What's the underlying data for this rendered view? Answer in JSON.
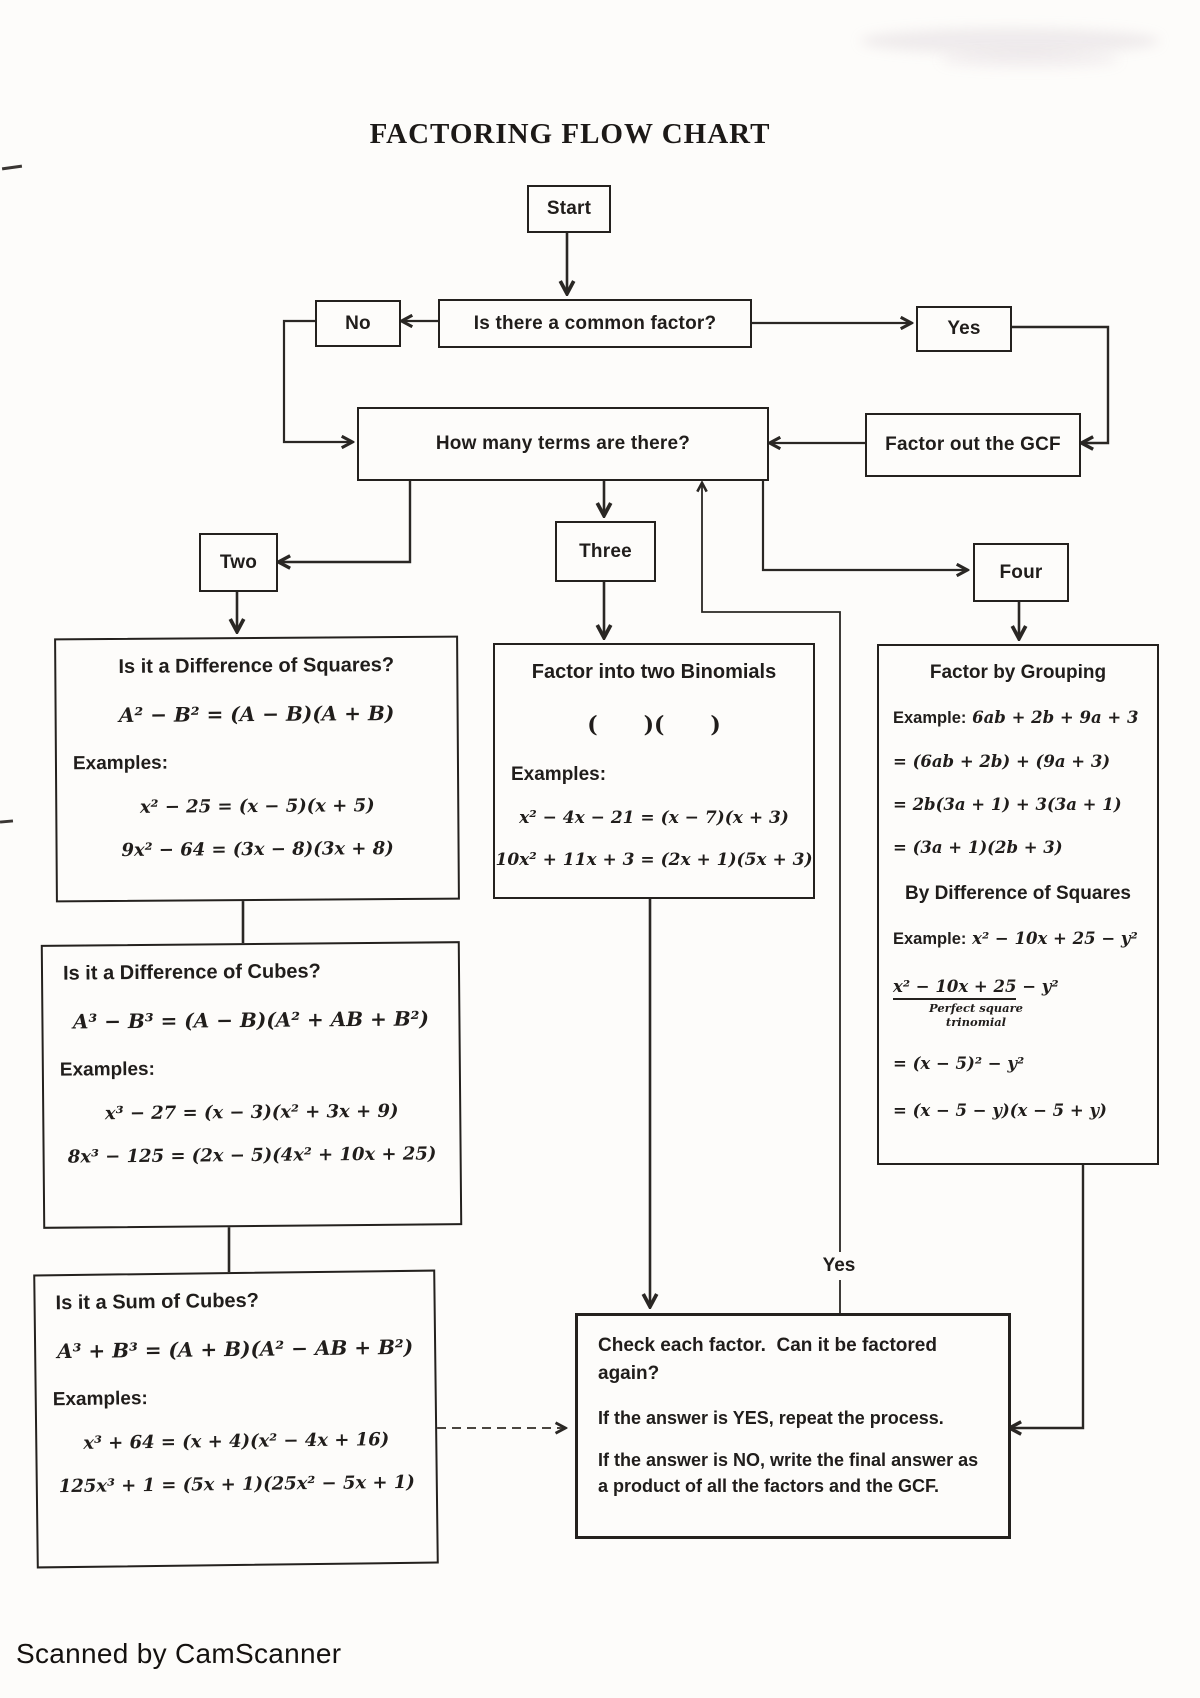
{
  "page": {
    "title": "FACTORING FLOW CHART",
    "footer": "Scanned by CamScanner"
  },
  "colors": {
    "ink": "#24211e",
    "paper": "#fdfcfa"
  },
  "nodes": {
    "start": "Start",
    "common_factor_question": "Is there a common factor?",
    "no": "No",
    "yes": "Yes",
    "how_many_terms": "How many terms are there?",
    "factor_out_gcf": "Factor out the GCF",
    "two": "Two",
    "three": "Three",
    "four": "Four",
    "yes_loop_label": "Yes"
  },
  "squares_box": {
    "heading": "Is it a Difference of Squares?",
    "formula": "A² − B² = (A − B)(A + B)",
    "examples_label": "Examples:",
    "examples": [
      "x² − 25 = (x − 5)(x + 5)",
      "9x² − 64 = (3x − 8)(3x + 8)"
    ]
  },
  "diff_cubes_box": {
    "heading": "Is it a Difference of Cubes?",
    "formula": "A³ − B³ = (A − B)(A² + AB + B²)",
    "examples_label": "Examples:",
    "examples": [
      "x³ − 27 = (x − 3)(x² + 3x + 9)",
      "8x³ − 125 = (2x − 5)(4x² + 10x + 25)"
    ]
  },
  "sum_cubes_box": {
    "heading": "Is it a Sum of Cubes?",
    "formula": "A³ + B³ = (A + B)(A² − AB + B²)",
    "examples_label": "Examples:",
    "examples": [
      "x³ + 64 = (x + 4)(x² − 4x + 16)",
      "125x³ + 1 = (5x + 1)(25x² − 5x + 1)"
    ]
  },
  "binomials_box": {
    "heading": "Factor into two Binomials",
    "pattern": "(      )(      )",
    "examples_label": "Examples:",
    "examples": [
      "x² − 4x − 21 = (x − 7)(x + 3)",
      "10x² + 11x + 3 = (2x + 1)(5x + 3)"
    ]
  },
  "grouping_box": {
    "heading": "Factor by Grouping",
    "example1_label": "Example:",
    "example1": "6ab + 2b + 9a + 3",
    "steps1": [
      "= (6ab + 2b) + (9a + 3)",
      "= 2b(3a + 1) + 3(3a + 1)",
      "= (3a + 1)(2b + 3)"
    ],
    "subheading": "By Difference of Squares",
    "example2_label": "Example:",
    "example2": "x² − 10x + 25 − y²",
    "annotated_expr": {
      "underlined": "x² − 10x + 25",
      "rest": " − y²",
      "note": "Perfect square trinomial"
    },
    "steps2": [
      "= (x − 5)² − y²",
      "= (x − 5 − y)(x − 5 + y)"
    ]
  },
  "check_box": {
    "line1": "Check each factor.  Can it be factored again?",
    "line2": "If the answer is YES, repeat the process.",
    "line3": "If the answer is NO, write the final answer as a product of all the factors and the GCF."
  }
}
